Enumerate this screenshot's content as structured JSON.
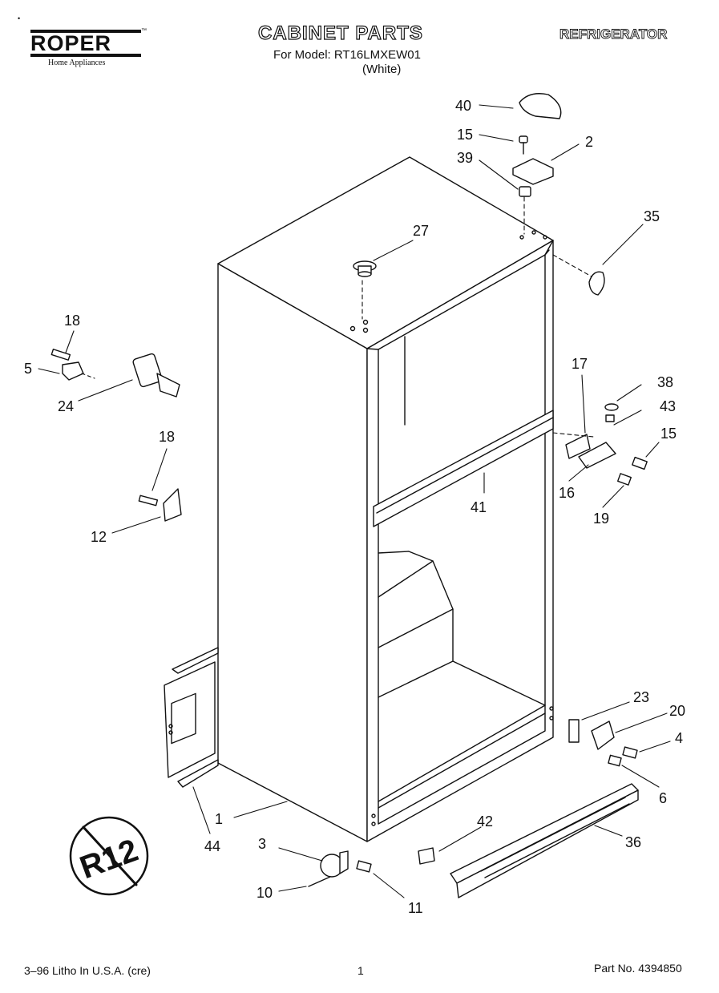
{
  "brand": {
    "name": "ROPER",
    "tm": "™",
    "tagline": "Home Appliances"
  },
  "header": {
    "title": "CABINET PARTS",
    "model_line": "For Model: RT16LMXEW01",
    "color_line": "(White)",
    "category": "REFRIGERATOR"
  },
  "footer": {
    "left": "3–96 Litho In U.S.A. (cre)",
    "page": "1",
    "part_number": "Part No. 4394850"
  },
  "marks": {
    "top_left_dot": "•"
  },
  "callouts": {
    "c40": "40",
    "c15a": "15",
    "c2": "2",
    "c39": "39",
    "c35": "35",
    "c27": "27",
    "c18a": "18",
    "c5": "5",
    "c24": "24",
    "c18b": "18",
    "c12": "12",
    "c17": "17",
    "c38": "38",
    "c43": "43",
    "c15b": "15",
    "c16": "16",
    "c19": "19",
    "c41": "41",
    "c23": "23",
    "c20": "20",
    "c4": "4",
    "c6": "6",
    "c36": "36",
    "c42": "42",
    "c1": "1",
    "c44": "44",
    "c3": "3",
    "c10": "10",
    "c11": "11"
  },
  "badge": {
    "text": "R12",
    "meaning": "no-R12-refrigerant-symbol"
  }
}
